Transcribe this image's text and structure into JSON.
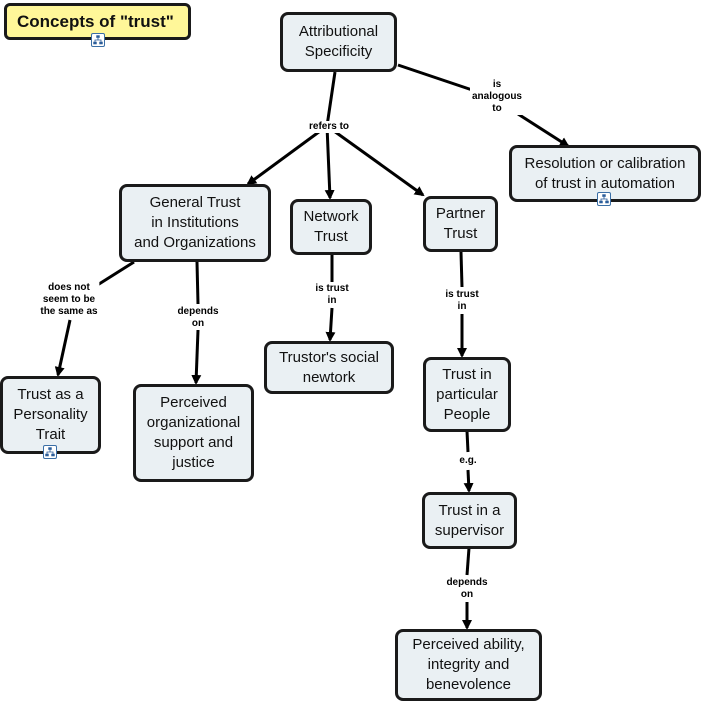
{
  "title": "Concepts of \"trust\"",
  "concepts": {
    "attributional": "Attributional\nSpecificity",
    "resolution": "Resolution or calibration\nof trust in automation",
    "general_trust": "General Trust\nin Institutions\nand Organizations",
    "network_trust": "Network\nTrust",
    "partner_trust": "Partner\nTrust",
    "personality": "Trust as a\nPersonality\nTrait",
    "perceived_support": "Perceived\norganizational\nsupport and\njustice",
    "social_network": "Trustor's social\nnewtork",
    "particular_people": "Trust in\nparticular\nPeople",
    "supervisor": "Trust in a\nsupervisor",
    "ability": "Perceived ability,\nintegrity and\nbenevolence"
  },
  "links": {
    "refers_to": "refers to",
    "analogous": "is\nanalogous\nto",
    "not_same": "does not\nseem to be\nthe same as",
    "depends_on_1": "depends\non",
    "is_trust_in_1": "is trust\nin",
    "is_trust_in_2": "is trust\nin",
    "eg": "e.g.",
    "depends_on_2": "depends\non"
  },
  "icons": [
    "hierarchy-icon"
  ]
}
